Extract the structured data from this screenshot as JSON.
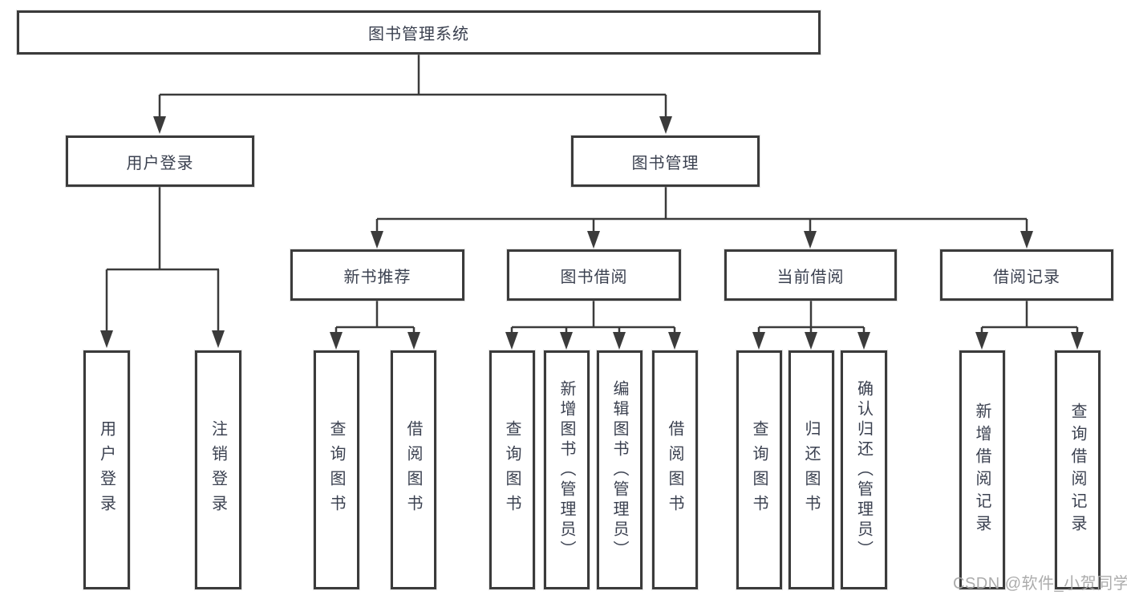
{
  "diagram": {
    "title": "图书管理系统",
    "level2": [
      {
        "label": "用户登录"
      },
      {
        "label": "图书管理"
      }
    ],
    "level3": [
      {
        "label": "新书推荐"
      },
      {
        "label": "图书借阅"
      },
      {
        "label": "当前借阅"
      },
      {
        "label": "借阅记录"
      }
    ],
    "leaves": {
      "user": [
        "用户登录",
        "注销登录"
      ],
      "recommend": [
        "查询图书",
        "借阅图书"
      ],
      "borrow": [
        "查询图书",
        "新增图书（管理员）",
        "编辑图书（管理员）",
        "借阅图书"
      ],
      "current": [
        "查询图书",
        "归还图书",
        "确认归还（管理员）"
      ],
      "records": [
        "新增借阅记录",
        "查询借阅记录"
      ]
    },
    "colors": {
      "line": "#3b3b3b",
      "text": "#3b4150",
      "watermark": "#a8a8a8"
    },
    "watermark": "CSDN @软件_小贺同学"
  }
}
